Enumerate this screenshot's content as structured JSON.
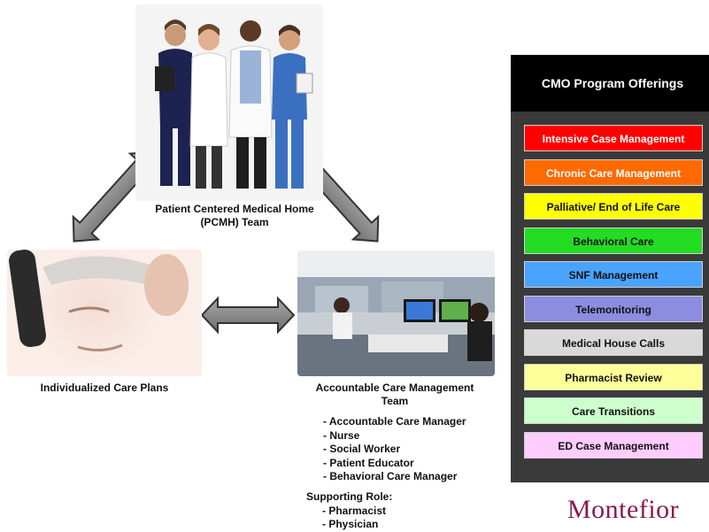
{
  "pcmh": {
    "caption_line1": "Patient Centered Medical Home",
    "caption_line2": "(PCMH) Team"
  },
  "patient": {
    "caption": "Individualized Care Plans"
  },
  "acm": {
    "caption_line1": "Accountable Care Management",
    "caption_line2": "Team",
    "members": [
      "- Accountable Care Manager",
      "- Nurse",
      "- Social Worker",
      "- Patient Educator",
      "- Behavioral Care Manager"
    ],
    "supporting_title": "Supporting Role:",
    "supporting": [
      "- Pharmacist",
      "- Physician"
    ]
  },
  "offerings_panel": {
    "title": "CMO Program Offerings",
    "items": [
      {
        "label": "Intensive Case Management",
        "bg": "#ff0000",
        "fg": "#ffffff"
      },
      {
        "label": "Chronic Care Management",
        "bg": "#ff6a00",
        "fg": "#ffffff"
      },
      {
        "label": "Palliative/ End of Life Care",
        "bg": "#ffff00",
        "fg": "#111111"
      },
      {
        "label": "Behavioral Care",
        "bg": "#22dd22",
        "fg": "#111111"
      },
      {
        "label": "SNF Management",
        "bg": "#4aa3ff",
        "fg": "#111111"
      },
      {
        "label": "Telemonitoring",
        "bg": "#8c8ce0",
        "fg": "#111111"
      },
      {
        "label": "Medical House Calls",
        "bg": "#d9d9d9",
        "fg": "#111111"
      },
      {
        "label": "Pharmacist Review",
        "bg": "#ffff99",
        "fg": "#111111"
      },
      {
        "label": "Care Transitions",
        "bg": "#ccffcc",
        "fg": "#111111"
      },
      {
        "label": "ED Case Management",
        "bg": "#ffccff",
        "fg": "#111111"
      }
    ]
  },
  "logo": {
    "text": "Montefior"
  },
  "colors": {
    "arrow_fill": "#8a8a8a",
    "arrow_stroke": "#333333",
    "brand": "#8a1a4e"
  }
}
